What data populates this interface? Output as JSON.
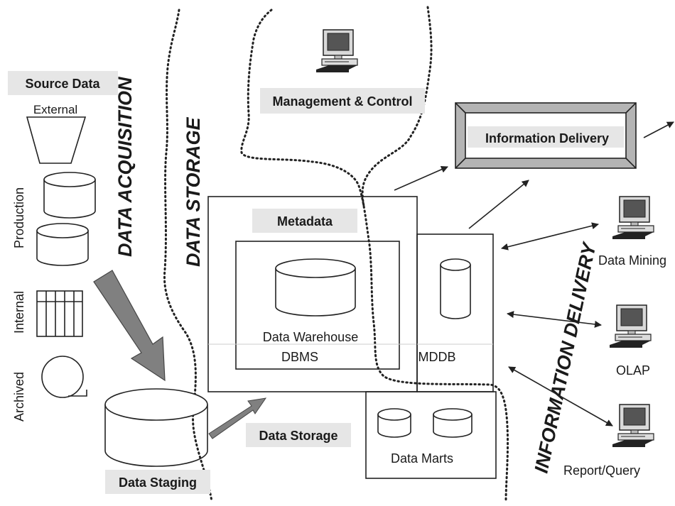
{
  "labels": {
    "source_data": "Source Data",
    "external": "External",
    "production": "Production",
    "internal": "Internal",
    "archived": "Archived",
    "data_acquisition": "DATA ACQUISITION",
    "data_storage_big": "DATA STORAGE",
    "management_control": "Management & Control",
    "information_delivery_box": "Information Delivery",
    "metadata": "Metadata",
    "data_warehouse": "Data Warehouse",
    "dbms": "DBMS",
    "mddb": "MDDB",
    "information_delivery_big": "INFORMATION DELIVERY",
    "data_mining": "Data Mining",
    "olap": "OLAP",
    "report_query": "Report/Query",
    "data_storage_box": "Data Storage",
    "data_marts": "Data Marts",
    "data_staging": "Data Staging"
  },
  "colors": {
    "label_fill": "#e6e6e6",
    "arrow_fill": "#808080",
    "line": "#222222"
  }
}
